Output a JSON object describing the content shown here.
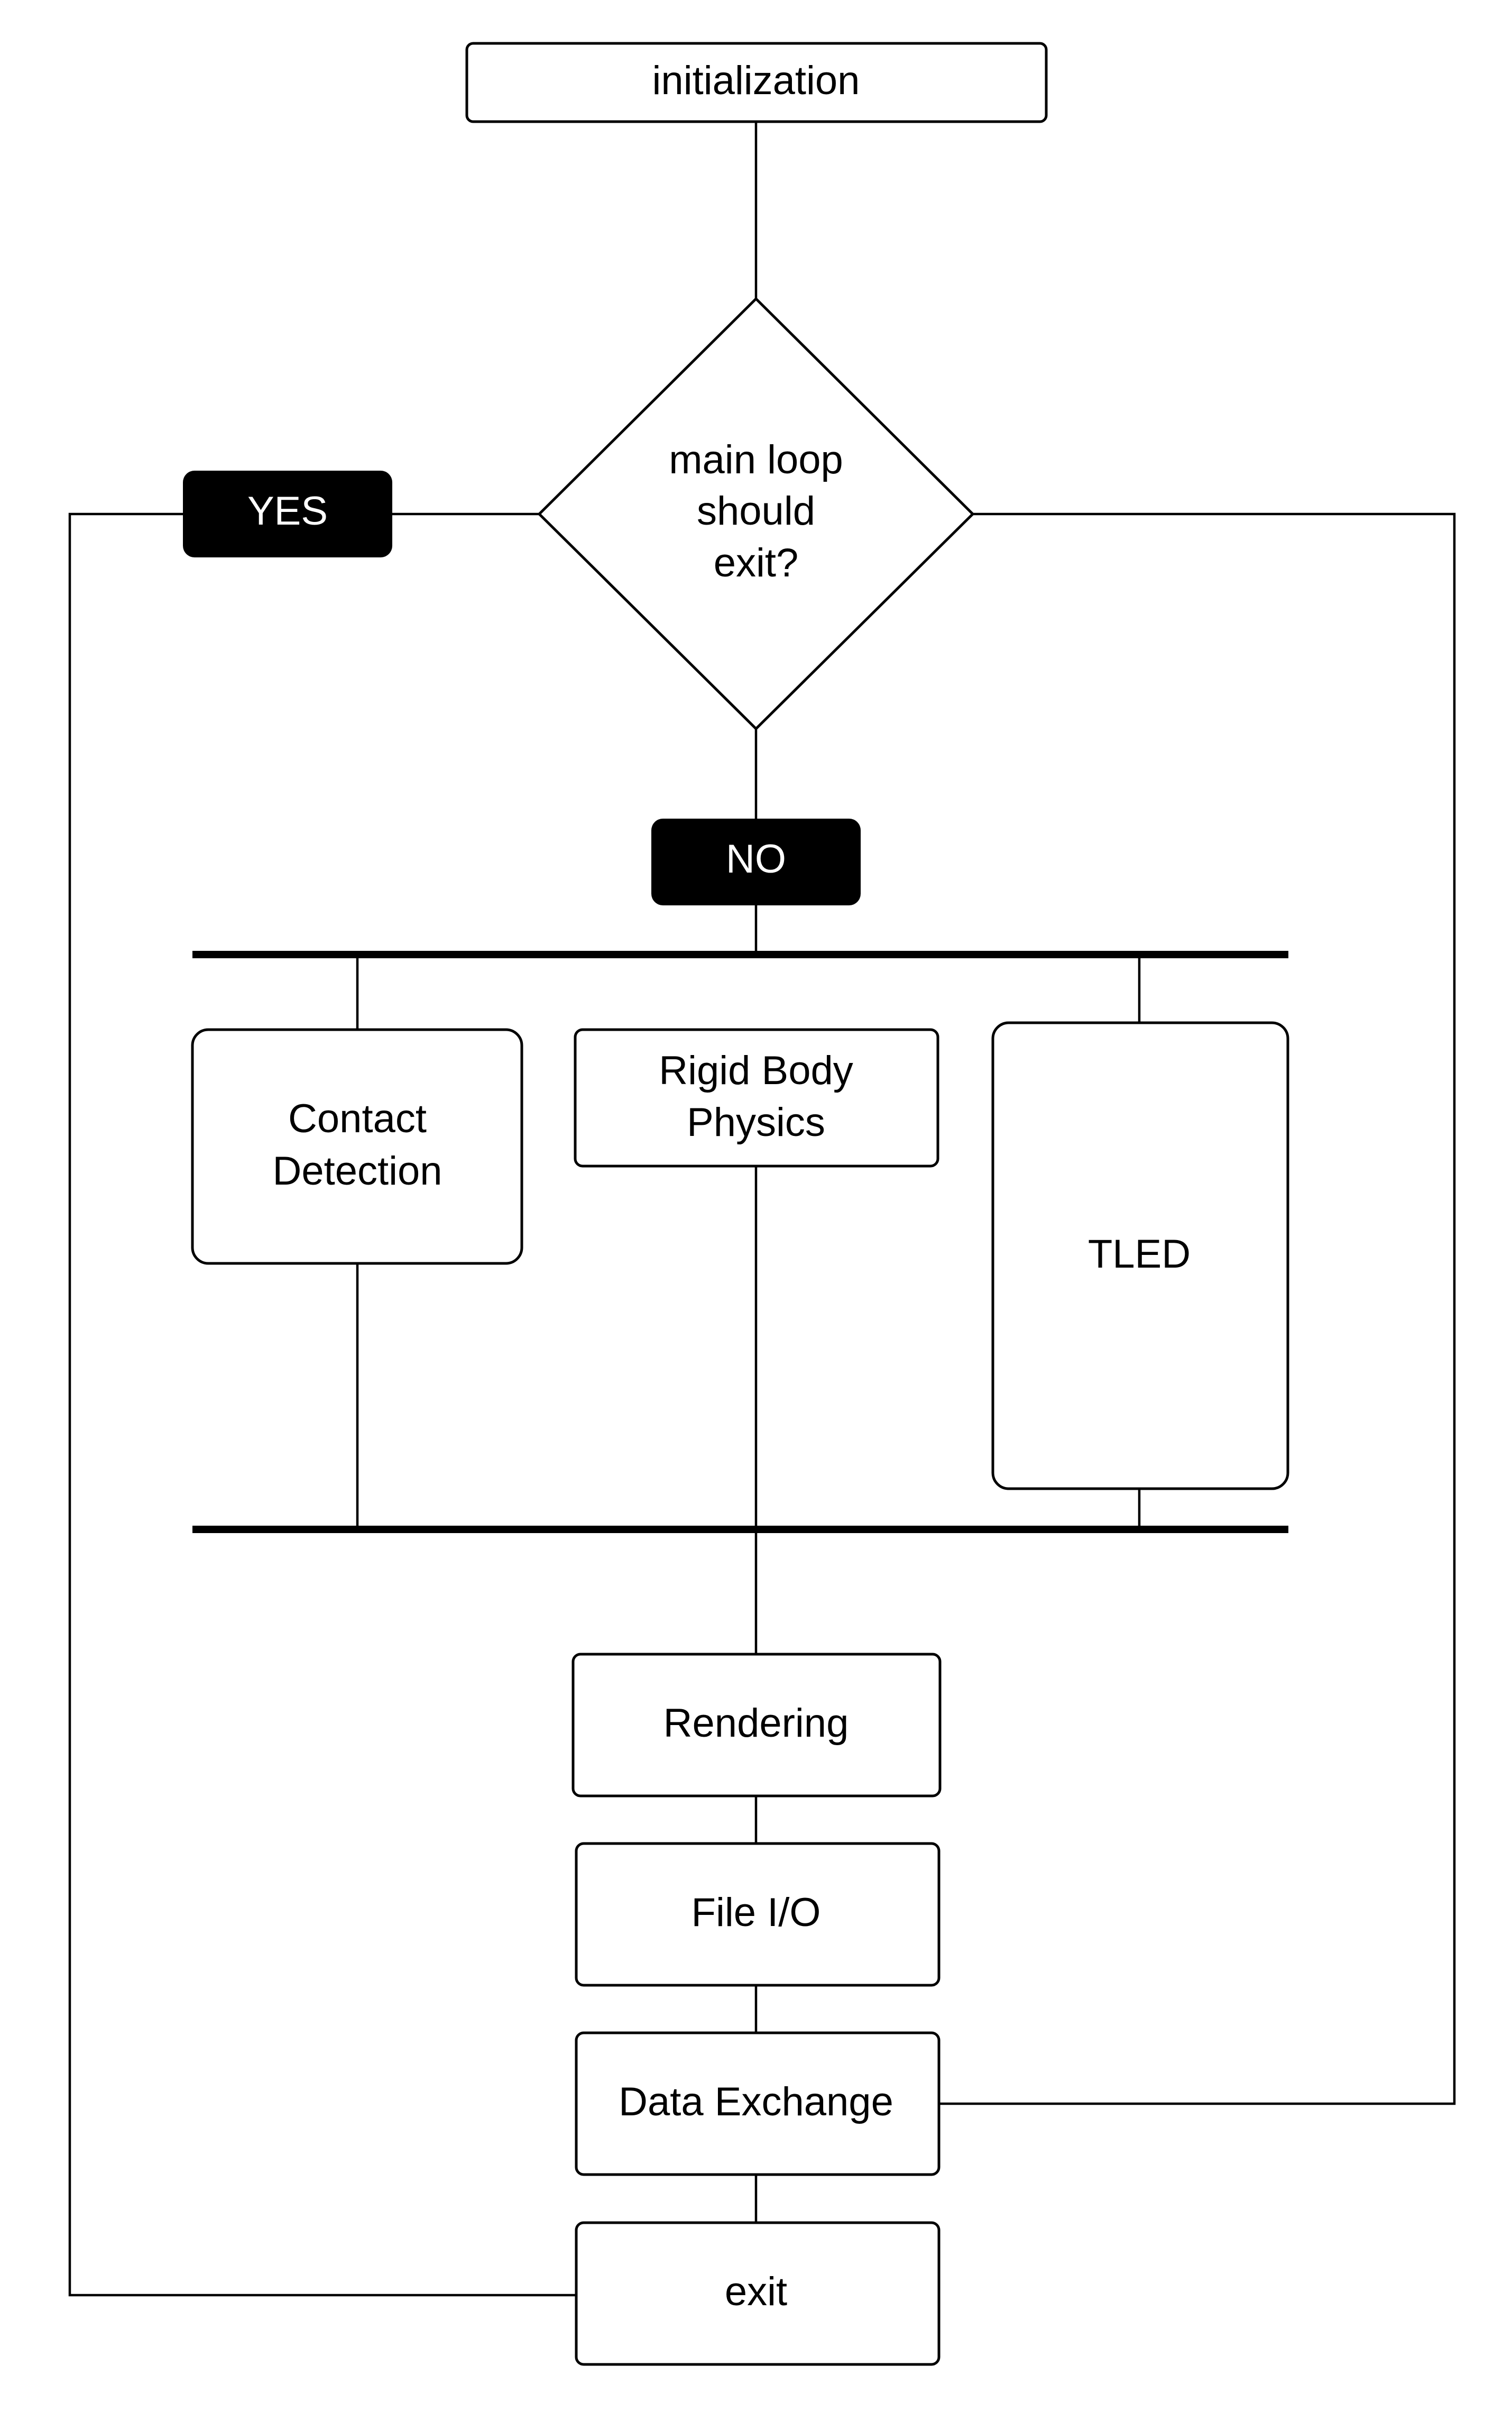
{
  "nodes": {
    "initialization": "initialization",
    "decision": [
      "main loop",
      "should",
      "exit?"
    ],
    "contact_detection": [
      "Contact",
      "Detection"
    ],
    "rigid_body_physics": [
      "Rigid Body",
      "Physics"
    ],
    "tled": "TLED",
    "rendering": "Rendering",
    "file_io": "File I/O",
    "data_exchange": "Data Exchange",
    "exit": "exit"
  },
  "edge_labels": {
    "yes": "YES",
    "no": "NO"
  },
  "colors": {
    "stroke": "#000000",
    "fill": "#ffffff",
    "pill_fill": "#000000",
    "pill_text": "#ffffff"
  }
}
